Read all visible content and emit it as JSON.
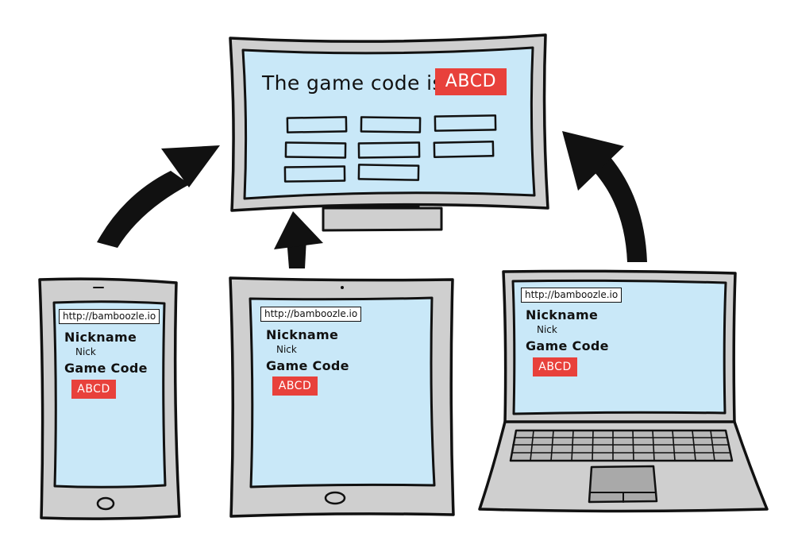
{
  "monitor": {
    "headline": "The game code is:",
    "game_code": "ABCD",
    "player_slots": 8
  },
  "devices": {
    "phone": {
      "url": "http://bamboozle.io",
      "nickname_label": "Nickname",
      "nickname_value": "Nick",
      "game_code_label": "Game Code",
      "game_code_value": "ABCD"
    },
    "tablet": {
      "url": "http://bamboozle.io",
      "nickname_label": "Nickname",
      "nickname_value": "Nick",
      "game_code_label": "Game Code",
      "game_code_value": "ABCD"
    },
    "laptop": {
      "url": "http://bamboozle.io",
      "nickname_label": "Nickname",
      "nickname_value": "Nick",
      "game_code_label": "Game Code",
      "game_code_value": "ABCD"
    }
  },
  "colors": {
    "screen": "#c9e8f8",
    "body": "#cfcfcf",
    "code_badge": "#e8413b",
    "outline": "#111111"
  }
}
